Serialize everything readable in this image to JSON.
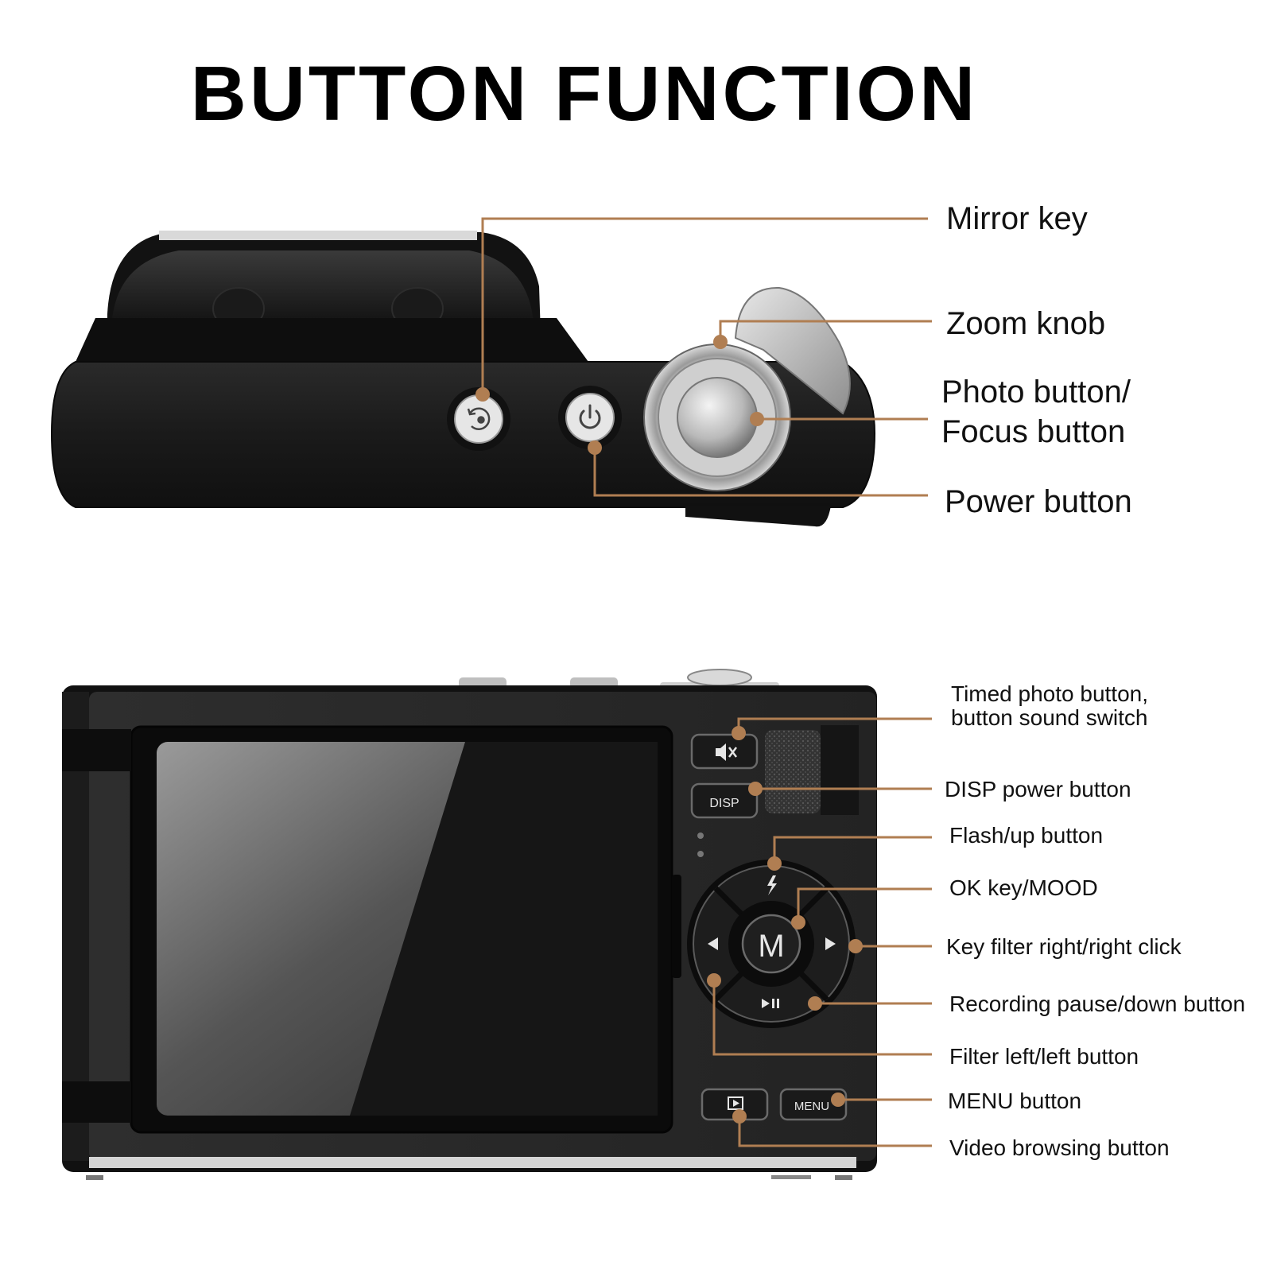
{
  "title": "BUTTON FUNCTION",
  "top_view": {
    "labels": {
      "mirror_key": "Mirror key",
      "zoom_knob": "Zoom knob",
      "photo_button_line1": "Photo button/",
      "photo_button_line2": "Focus button",
      "power_button": "Power button"
    }
  },
  "back_view": {
    "buttons": {
      "disp": "DISP",
      "center": "M",
      "menu": "MENU"
    },
    "labels": {
      "timed_photo_line1": "Timed photo button,",
      "timed_photo_line2": "button sound switch",
      "disp_power": "DISP power button",
      "flash_up": "Flash/up button",
      "ok_mood": "OK key/MOOD",
      "filter_right": "Key filter right/right click",
      "recording_down": "Recording pause/down button",
      "filter_left": "Filter left/left button",
      "menu_button": "MENU button",
      "video_browsing": "Video browsing button"
    }
  },
  "colors": {
    "leader": "#b07e52",
    "camera_body": "#1c1c1c",
    "title": "#000000"
  }
}
